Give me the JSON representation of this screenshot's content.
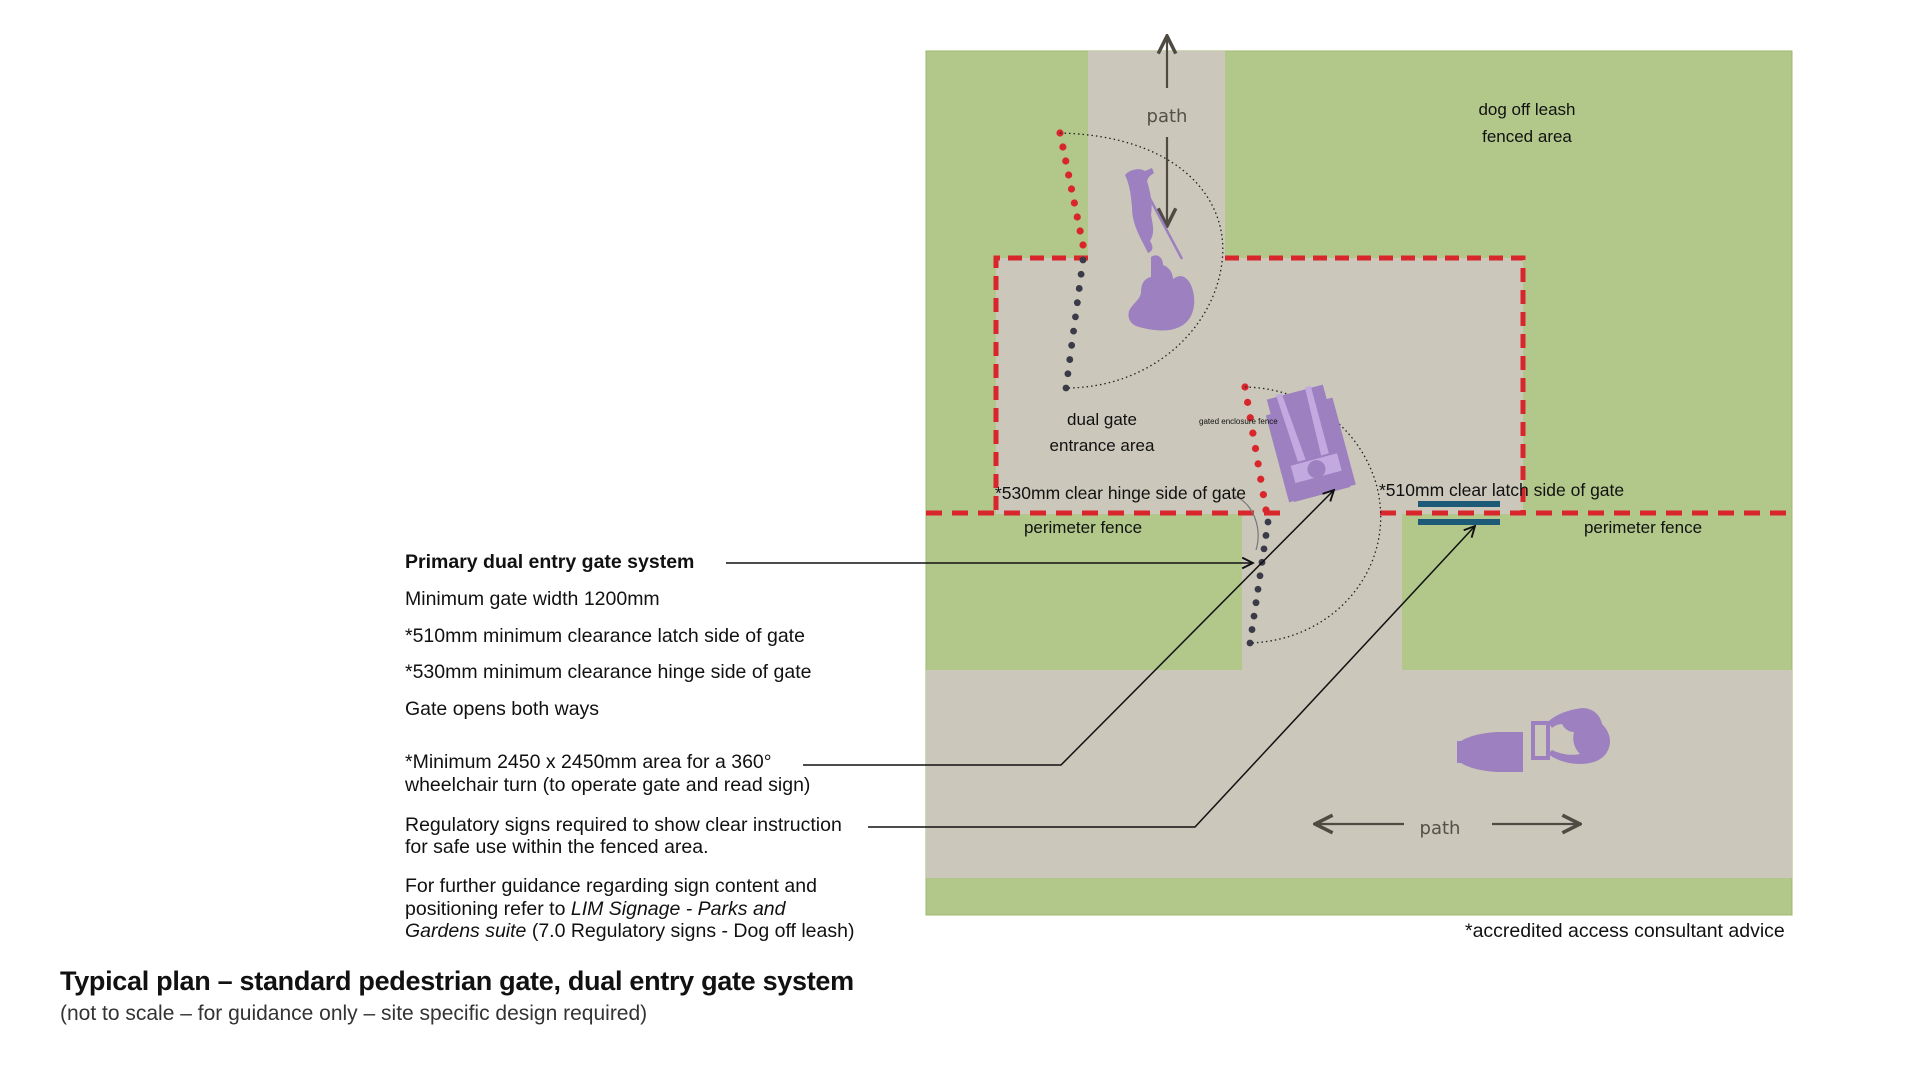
{
  "colors": {
    "grass": "#b2c88a",
    "path": "#cbc7bb",
    "fence_red": "#d9262c",
    "gate_dark": "#3a3a48",
    "figure_purple": "#9d80bf",
    "figure_light": "#c2a9e0",
    "sign_blue": "#1c5a78",
    "arrow_dark": "#4f4a42"
  },
  "plan": {
    "path_top_label": "path",
    "path_bottom_label": "path",
    "dog_area_label_line1": "dog off leash",
    "dog_area_label_line2": "fenced area",
    "dual_gate_label_line1": "dual gate",
    "dual_gate_label_line2": "entrance area",
    "gated_enclosure_label": "gated enclosure fence",
    "hinge_clearance_label": "*530mm clear hinge side of gate",
    "latch_clearance_label": "*510mm clear latch side of gate",
    "perimeter_left_label": "perimeter fence",
    "perimeter_right_label": "perimeter fence",
    "icons": [
      "dog-walker-icon",
      "wheelchair-user-icon",
      "wheelchair-user-path-icon",
      "regulatory-sign-icon"
    ]
  },
  "notes": {
    "title": "Primary dual entry gate system",
    "items": [
      "Minimum gate width 1200mm",
      "*510mm minimum clearance latch side of gate",
      "*530mm minimum clearance hinge side of gate",
      "Gate opens both ways"
    ],
    "turn_area_line1": "*Minimum 2450 x 2450mm area for a 360°",
    "turn_area_line2": "wheelchair turn (to operate gate and read sign)",
    "signs_line1": "Regulatory signs required to show clear instruction",
    "signs_line2": "for safe use within the fenced area.",
    "guidance_line1": "For further guidance regarding sign content and",
    "guidance_line2_pre": "positioning refer to ",
    "guidance_line2_italic": "LIM Signage - Parks and",
    "guidance_line3_italic": "Gardens suite",
    "guidance_line3_post": " (7.0 Regulatory signs - Dog off leash)"
  },
  "footnote": "*accredited access consultant advice",
  "caption": {
    "title": "Typical plan – standard pedestrian gate, dual entry gate system",
    "subtitle": "(not to scale – for guidance only – site specific design required)"
  }
}
